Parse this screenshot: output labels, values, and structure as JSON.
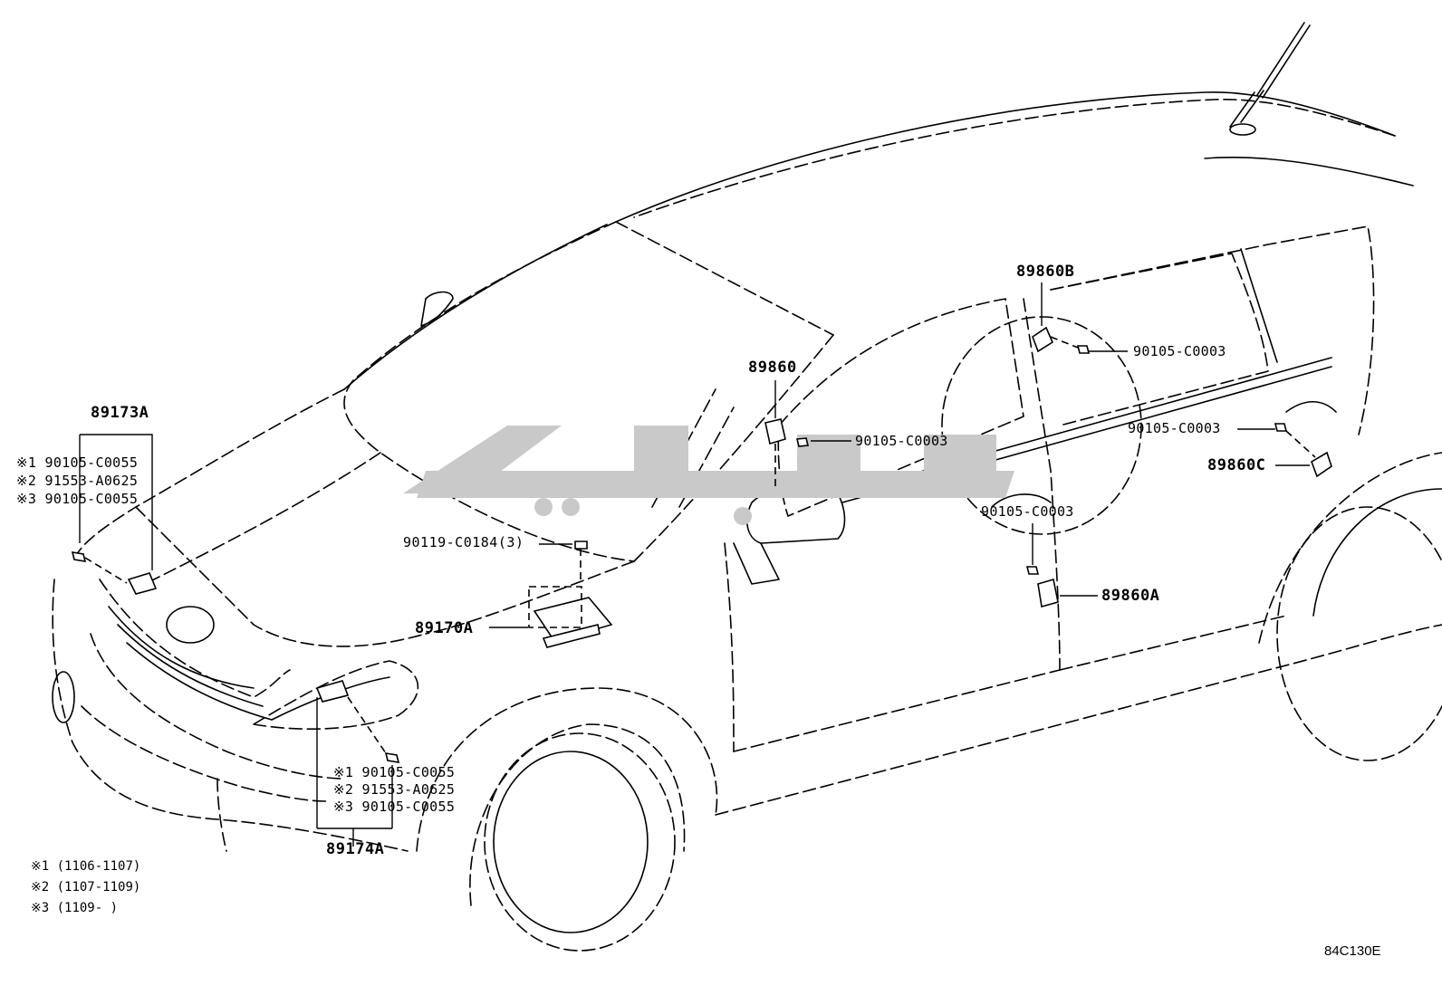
{
  "colors": {
    "line": "#000000",
    "watermark": "#c9c9c9",
    "background": "#ffffff"
  },
  "parts": {
    "p89173A": "89173A",
    "p89174A": "89174A",
    "p89170A": "89170A",
    "p89860": "89860",
    "p89860A": "89860A",
    "p89860B": "89860B",
    "p89860C": "89860C"
  },
  "bolts": {
    "b90119": "90119-C0184(3)",
    "b90105_door_front": "90105-C0003",
    "b90105_door_b": "90105-C0003",
    "b90105_door_c": "90105-C0003",
    "b90105_door_a": "90105-C0003"
  },
  "left_group": {
    "n1": "※1 90105-C0055",
    "n2": "※2 91553-A0625",
    "n3": "※3 90105-C0055"
  },
  "right_group": {
    "n1": "※1 90105-C0055",
    "n2": "※2 91553-A0625",
    "n3": "※3 90105-C0055"
  },
  "legend": {
    "l1": "※1 (1106-1107)",
    "l2": "※2 (1107-1109)",
    "l3": "※3 (1109-       )"
  },
  "diagram_code": "84C130E"
}
